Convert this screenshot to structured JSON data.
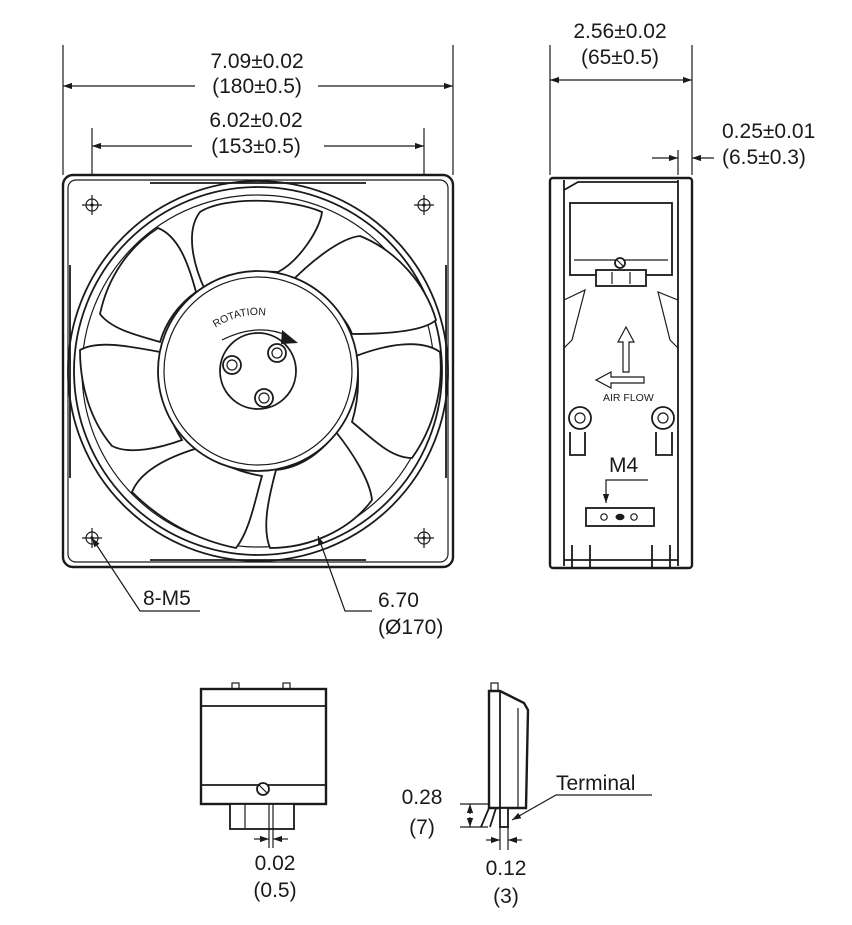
{
  "front_view": {
    "overall_width": {
      "inch": "7.09±0.02",
      "mm": "(180±0.5)"
    },
    "hole_pitch": {
      "inch": "6.02±0.02",
      "mm": "(153±0.5)"
    },
    "mounting_holes": "8-M5",
    "fan_diameter": {
      "inch": "6.70",
      "mm": "(Ø170)"
    },
    "rotation_text": "ROTATION"
  },
  "side_view": {
    "depth": {
      "inch": "2.56±0.02",
      "mm": "(65±0.5)"
    },
    "flange": {
      "inch": "0.25±0.01",
      "mm": "(6.5±0.3)"
    },
    "airflow_text": "AIR FLOW",
    "ground_screw": "M4"
  },
  "terminal_front": {
    "pin_width": {
      "inch": "0.02",
      "mm": "(0.5)"
    }
  },
  "terminal_side": {
    "label": "Terminal",
    "height": {
      "inch": "0.28",
      "mm": "(7)"
    },
    "pin_length": {
      "inch": "0.12",
      "mm": "(3)"
    }
  }
}
